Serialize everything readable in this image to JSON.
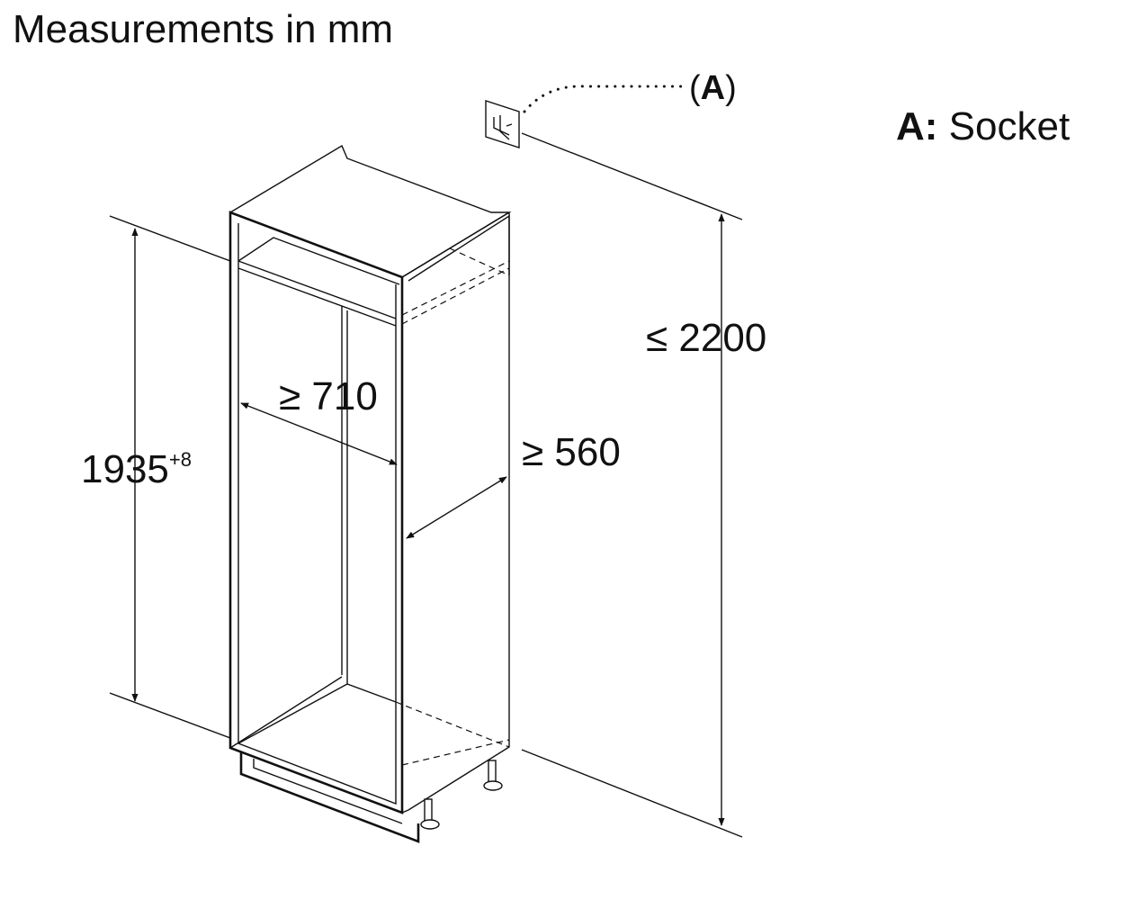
{
  "title": "Measurements in mm",
  "legend": {
    "key": "A:",
    "text": "Socket"
  },
  "callout": {
    "open": "(",
    "letter": "A",
    "close": ")"
  },
  "dimensions": {
    "height_niche": "1935",
    "height_tolerance": "+8",
    "width_niche": "≥ 710",
    "depth_niche": "≥ 560",
    "max_height": "≤ 2200"
  },
  "icons": [
    "socket-icon"
  ]
}
